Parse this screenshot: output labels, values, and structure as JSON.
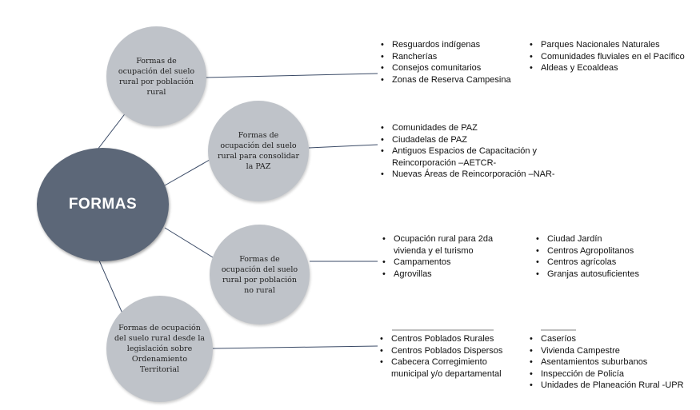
{
  "center": {
    "label": "FORMAS"
  },
  "categories": [
    {
      "label": "Formas de ocupación del suelo rural por población rural",
      "columns": [
        [
          "Resguardos indígenas",
          "Rancherías",
          "Consejos comunitarios",
          "Zonas de Reserva Campesina"
        ],
        [
          "Parques Nacionales Naturales",
          "Comunidades fluviales en el Pacífico",
          "Aldeas y Ecoaldeas"
        ]
      ]
    },
    {
      "label": "Formas de ocupación del suelo rural para consolidar la PAZ",
      "columns": [
        [
          "Comunidades de PAZ",
          "Ciudadelas de PAZ",
          "Antiguos Espacios de Capacitación y Reincorporación –AETCR-",
          "Nuevas Áreas de Reincorporación –NAR-"
        ]
      ]
    },
    {
      "label": "Formas de ocupación del suelo rural por población no rural",
      "columns": [
        [
          "Ocupación rural para 2da vivienda y el turismo",
          "Campamentos",
          "Agrovillas"
        ],
        [
          "Ciudad Jardín",
          "Centros Agropolitanos",
          "Centros agrícolas",
          "Granjas autosuficientes"
        ]
      ]
    },
    {
      "label": "Formas de ocupación del suelo rural desde la legislación sobre Ordenamiento Territorial",
      "columns": [
        [
          "Centros Poblados Rurales",
          "Centros Poblados Dispersos",
          "Cabecera Corregimiento municipal y/o departamental"
        ],
        [
          "Caseríos",
          "Vivienda Campestre",
          "Asentamientos suburbanos",
          "Inspección de Policía",
          "Unidades de Planeación Rural -UPR"
        ]
      ]
    }
  ],
  "colors": {
    "center_fill": "#5c6778",
    "node_fill": "#bfc3c9",
    "line": "#3a4a66"
  }
}
